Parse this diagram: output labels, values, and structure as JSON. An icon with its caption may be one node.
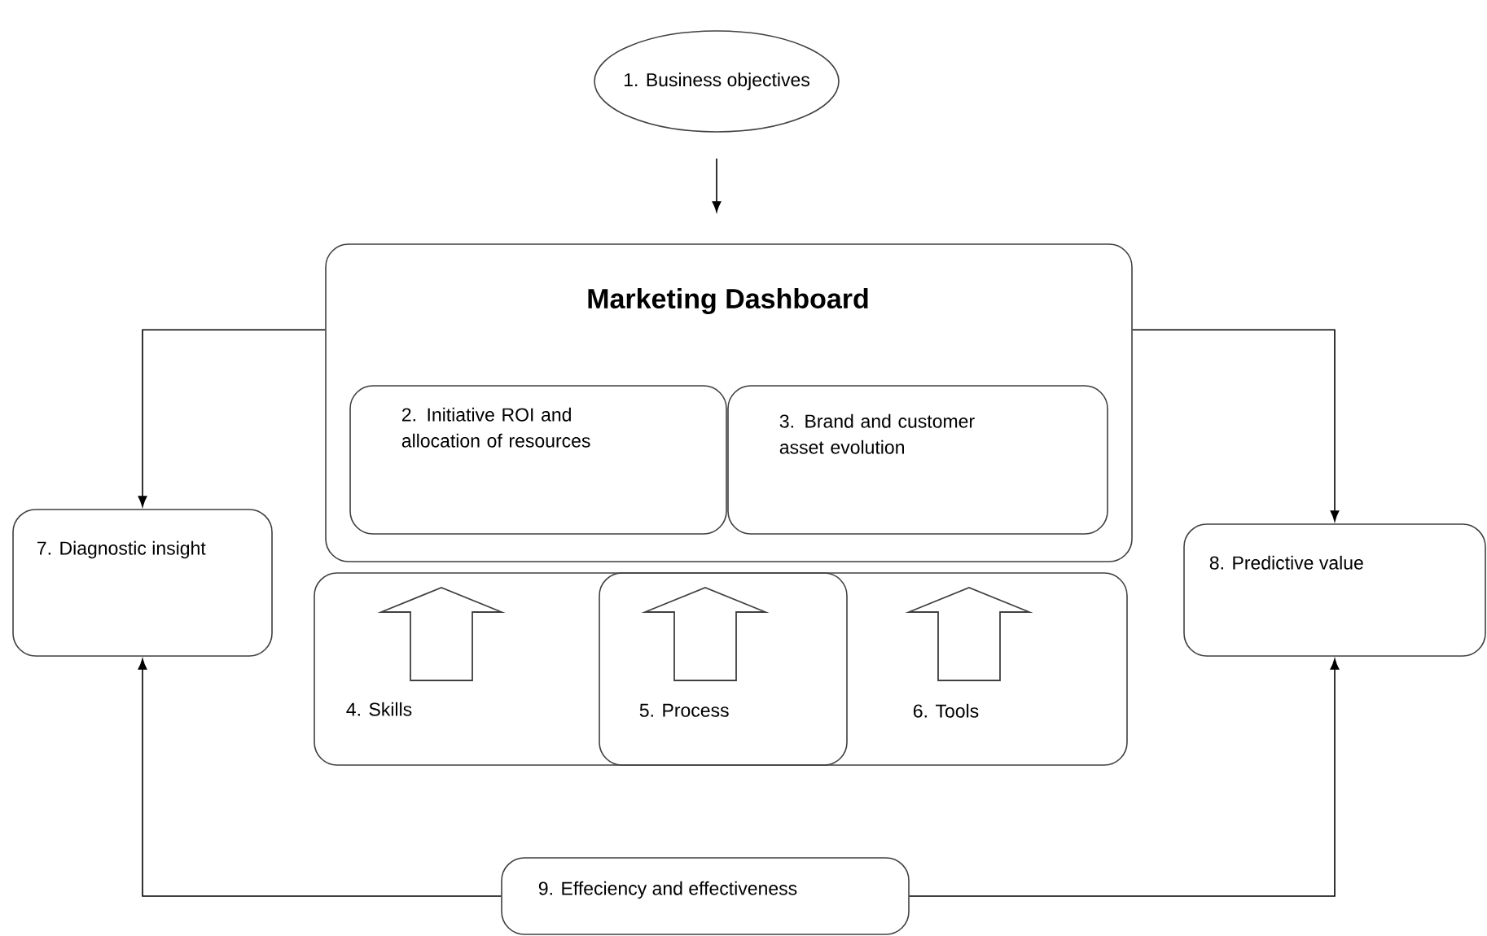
{
  "diagram": {
    "nodes": [
      {
        "text": [
          "1. Business objectives"
        ]
      },
      {
        "text": [
          "Marketing Dashboard"
        ]
      },
      {
        "text": [
          "2. Initiative ROI and allocation of resources"
        ],
        "in": 1
      },
      {
        "text": [
          "3. Brand and customer asset evolution"
        ],
        "in": 1
      },
      {
        "text": [
          "4. Skills",
          "6. Tools"
        ]
      },
      {
        "text": [
          "5. Process"
        ],
        "in": 4
      },
      {
        "text": [
          "7. Diagnostic insight"
        ]
      },
      {
        "text": [
          "8. Predictive value"
        ]
      },
      {
        "text": [
          "9. Effeciency and effectiveness"
        ]
      }
    ],
    "edges": [
      {
        "from": 0,
        "to": 1,
        "arrow": "to"
      },
      {
        "from": 1,
        "to": 6,
        "arrow": "to"
      },
      {
        "from": 1,
        "to": 7,
        "arrow": "to"
      },
      {
        "from": 8,
        "to": 6,
        "arrow": "to"
      },
      {
        "from": 8,
        "to": 7,
        "arrow": "to"
      }
    ]
  }
}
